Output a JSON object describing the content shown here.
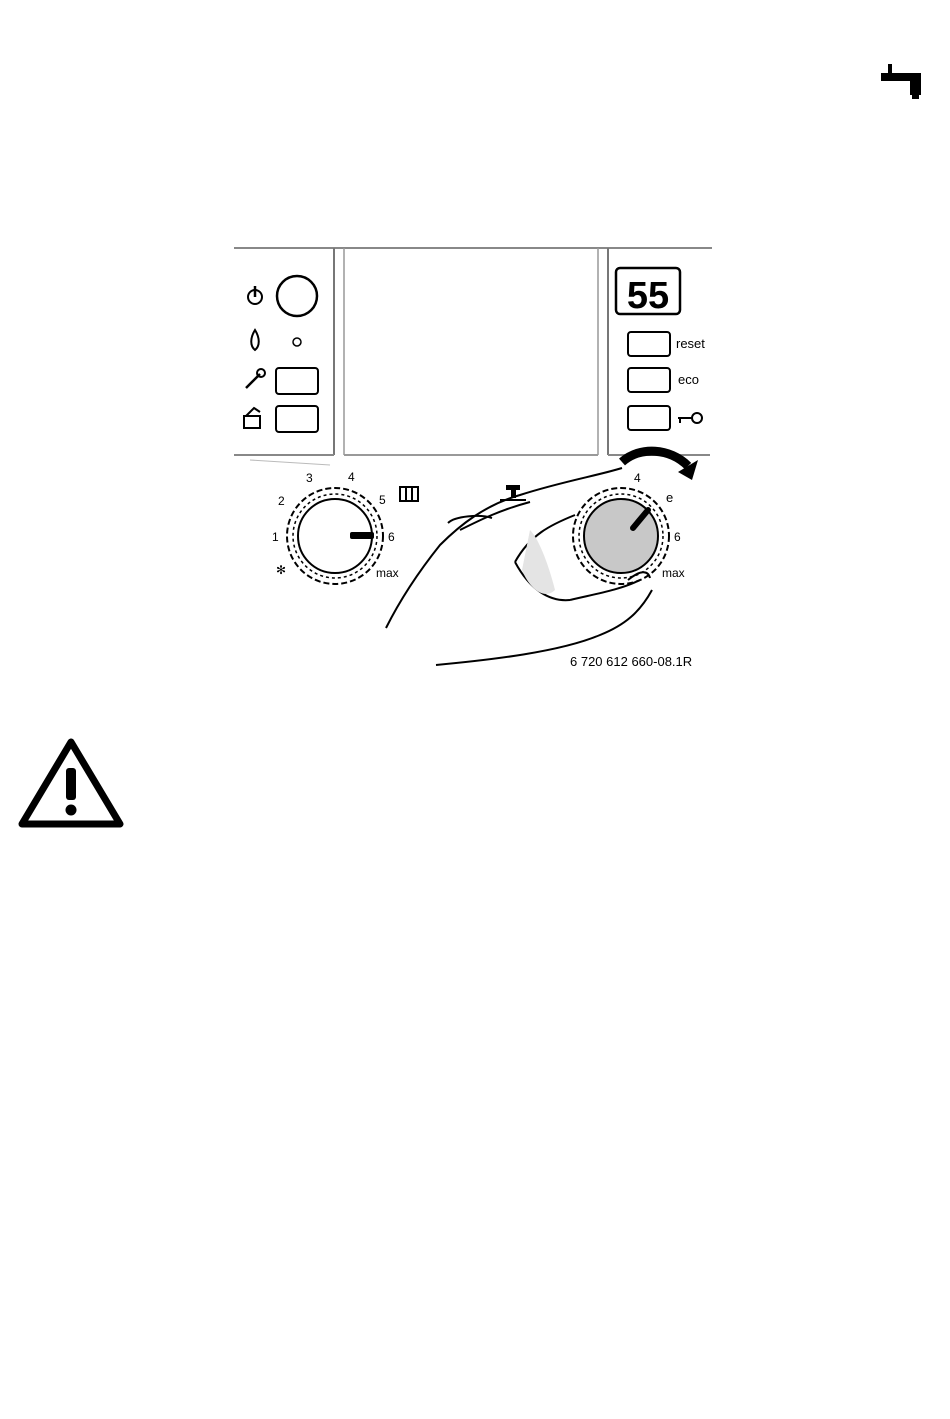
{
  "header": {
    "icon": "tap-icon"
  },
  "figure": {
    "display_value": "55",
    "buttons": {
      "reset_label": "reset",
      "eco_label": "eco",
      "key_label": "key-icon"
    },
    "left_panel_icons": [
      "power-icon",
      "flame-icon",
      "wrench-icon",
      "chimney-sweep-icon"
    ],
    "left_dial": {
      "icon": "radiator-icon",
      "labels": [
        "✻",
        "1",
        "2",
        "3",
        "4",
        "5",
        "6",
        "max"
      ]
    },
    "right_dial": {
      "icon": "tap-water-icon",
      "labels": [
        "4",
        "e",
        "6",
        "max"
      ]
    },
    "figure_code": "6 720 612 660-08.1R"
  },
  "warning": {
    "icon": "warning-triangle-icon"
  }
}
